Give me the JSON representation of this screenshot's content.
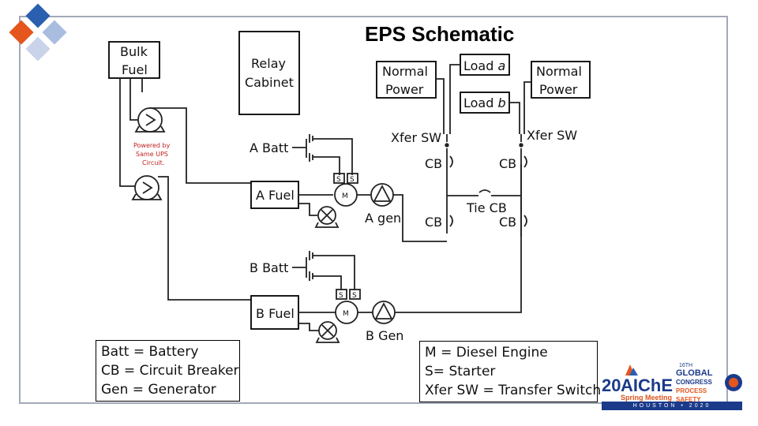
{
  "title": "EPS Schematic",
  "labels": {
    "bulk_fuel_line1": "Bulk",
    "bulk_fuel_line2": "Fuel",
    "relay_line1": "Relay",
    "relay_line2": "Cabinet",
    "pump_note_line1": "Powered by",
    "pump_note_line2": "Same UPS",
    "pump_note_line3": "Circuit.",
    "a_batt": "A Batt",
    "a_fuel": "A Fuel",
    "b_batt": "B Batt",
    "b_fuel": "B Fuel",
    "starter": "S",
    "motor": "M",
    "a_gen": "A gen",
    "b_gen": "B Gen",
    "normal_power_line1": "Normal",
    "normal_power_line2": "Power",
    "load_a_prefix": "Load ",
    "load_a_suffix": "a",
    "load_b_prefix": "Load ",
    "load_b_suffix": "b",
    "xfer_sw": "Xfer SW",
    "cb": "CB",
    "tie_cb": "Tie CB"
  },
  "legend_left": [
    "Batt = Battery",
    "CB = Circuit Breaker",
    "Gen = Generator"
  ],
  "legend_right": [
    "M = Diesel Engine",
    "S= Starter",
    "Xfer SW = Transfer Switch"
  ],
  "logo": {
    "number": "20",
    "org": "AIChE",
    "event": "Spring Meeting",
    "edition": "16TH",
    "congress_line1": "GLOBAL",
    "congress_line2": "CONGRESS",
    "congress_line3": "PROCESS",
    "congress_line4": "SAFETY",
    "city": "HOUSTON • 2020"
  },
  "colors": {
    "frame": "#a3a9b8",
    "accent_orange": "#e5561e",
    "accent_blue": "#2b5fb0",
    "accent_light": "#a9bde0"
  }
}
